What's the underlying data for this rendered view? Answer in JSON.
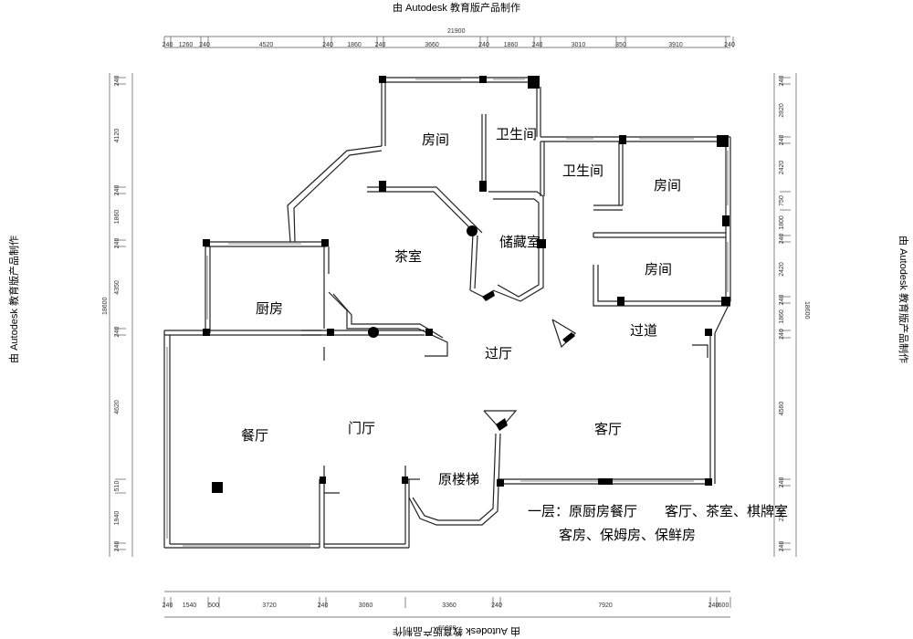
{
  "watermark": "由 Autodesk 教育版产品制作",
  "overall_dims": {
    "top": "21900",
    "bottom": "21900",
    "left": "18600",
    "right": "18600"
  },
  "top_dims": [
    "240",
    "1260",
    "240",
    "4520",
    "240",
    "1860",
    "240",
    "3660",
    "240",
    "1860",
    "240",
    "3010",
    "350",
    "3910",
    "240"
  ],
  "bottom_dims": [
    "240",
    "1540",
    "500",
    "3720",
    "240",
    "3060",
    "3360",
    "240",
    "7920",
    "240",
    "600"
  ],
  "left_dims": [
    "240",
    "4120",
    "240",
    "1860",
    "240",
    "4350",
    "240",
    "4620",
    "510",
    "1940",
    "240"
  ],
  "right_dims": [
    "240",
    "2820",
    "240",
    "2420",
    "750",
    "1800",
    "240",
    "2420",
    "240",
    "1860",
    "240",
    "4560",
    "240",
    "2280",
    "240"
  ],
  "rooms": {
    "room_a": "房间",
    "bath_a": "卫生间",
    "bath_b": "卫生间",
    "room_b": "房间",
    "tea": "茶室",
    "storage": "储藏室",
    "room_c": "房间",
    "kitchen": "厨房",
    "hall": "过厅",
    "corridor": "过道",
    "dining": "餐厅",
    "foyer": "门厅",
    "living": "客厅",
    "stairs": "原楼梯"
  },
  "notes": {
    "line1": "一层：原厨房餐厅　　客厅、茶室、棋牌室",
    "line2": "客房、保姆房、保鲜房"
  }
}
